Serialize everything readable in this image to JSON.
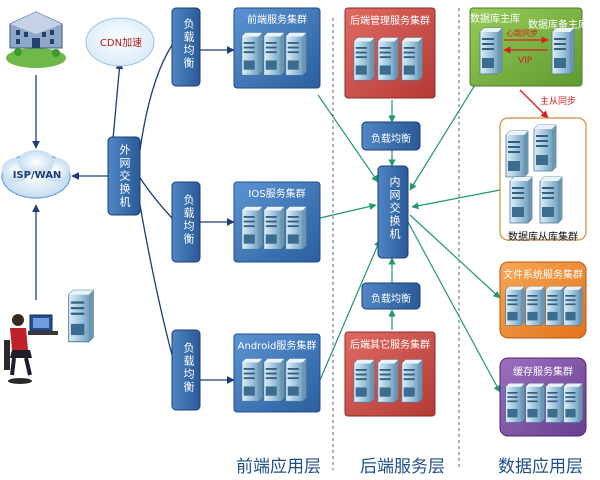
{
  "nodes": {
    "cdn": "CDN加速",
    "isp": "ISP/WAN",
    "outer_switch": "外网交换机",
    "inner_switch": "内网交换机",
    "lb_front_top": "负载均衡",
    "lb_front_mid": "负载均衡",
    "lb_front_bot": "负载均衡",
    "lb_back_top": "负载均衡",
    "lb_back_bot": "负载均衡",
    "front_cluster": "前端服务集群",
    "ios_cluster": "IOS服务集群",
    "android_cluster": "Android服务集群",
    "backend_mgmt": "后端管理服务集群",
    "backend_other": "后端其它服务集群",
    "db_master": "数据库主库",
    "db_backup": "数据库备主库",
    "heartbeat": "心跳同步",
    "vip": "VIP",
    "master_slave": "主从同步",
    "db_slave": "数据库从库集群",
    "file_cluster": "文件系统服务集群",
    "cache_cluster": "缓存服务集群"
  },
  "layers": {
    "front": "前端应用层",
    "back": "后端服务层",
    "data": "数据应用层"
  },
  "colors": {
    "panel_blue": "#3a74b8",
    "panel_red": "#c94a46",
    "panel_green": "#7ab640",
    "panel_orange": "#f08a2c",
    "panel_purple": "#7c4fa0",
    "arrow": "#1f9a6a",
    "dark_arrow": "#1f3c78",
    "red_arrow": "#d62020"
  }
}
